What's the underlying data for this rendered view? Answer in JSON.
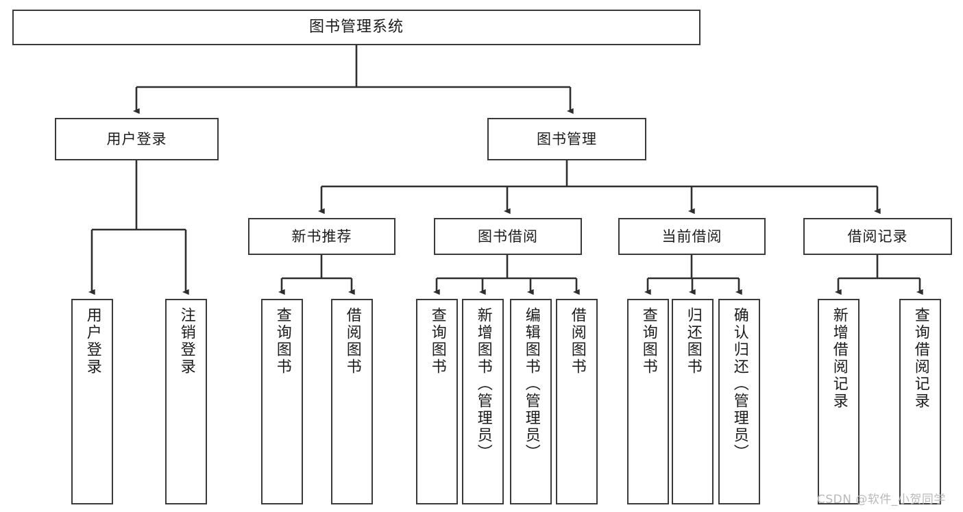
{
  "diagram": {
    "type": "tree-hierarchy",
    "title": "图书管理系统",
    "orientation": "top-down",
    "colors": {
      "box_border": "#3a3a3a",
      "box_fill": "#ffffff",
      "connector": "#2e2e2e",
      "text": "#1b1b1b",
      "watermark": "#b9b9b9",
      "background": "#ffffff"
    },
    "root": {
      "label": "图书管理系统"
    },
    "level1": [
      {
        "id": "user-login",
        "label": "用户登录"
      },
      {
        "id": "book-manage",
        "label": "图书管理"
      }
    ],
    "level2": [
      {
        "id": "new-book-recommend",
        "label": "新书推荐",
        "parent": "book-manage"
      },
      {
        "id": "book-borrow",
        "label": "图书借阅",
        "parent": "book-manage"
      },
      {
        "id": "current-borrow",
        "label": "当前借阅",
        "parent": "book-manage"
      },
      {
        "id": "borrow-record",
        "label": "借阅记录",
        "parent": "book-manage"
      }
    ],
    "leaves": {
      "user-login": [
        {
          "id": "leaf-user-login",
          "label": "用户登录"
        },
        {
          "id": "leaf-user-logout",
          "label": "注销登录"
        }
      ],
      "new-book-recommend": [
        {
          "id": "leaf-query-book-1",
          "label": "查询图书"
        },
        {
          "id": "leaf-borrow-book-1",
          "label": "借阅图书"
        }
      ],
      "book-borrow": [
        {
          "id": "leaf-query-book-2",
          "label": "查询图书"
        },
        {
          "id": "leaf-add-book",
          "label": "新增图书（管理员）"
        },
        {
          "id": "leaf-edit-book",
          "label": "编辑图书（管理员）"
        },
        {
          "id": "leaf-borrow-book-2",
          "label": "借阅图书"
        }
      ],
      "current-borrow": [
        {
          "id": "leaf-query-book-3",
          "label": "查询图书"
        },
        {
          "id": "leaf-return-book",
          "label": "归还图书"
        },
        {
          "id": "leaf-confirm-return",
          "label": "确认归还（管理员）"
        }
      ],
      "borrow-record": [
        {
          "id": "leaf-add-record",
          "label": "新增借阅记录"
        },
        {
          "id": "leaf-query-record",
          "label": "查询借阅记录"
        }
      ]
    }
  },
  "watermark": {
    "text": "CSDN @软件_小贺同学"
  }
}
